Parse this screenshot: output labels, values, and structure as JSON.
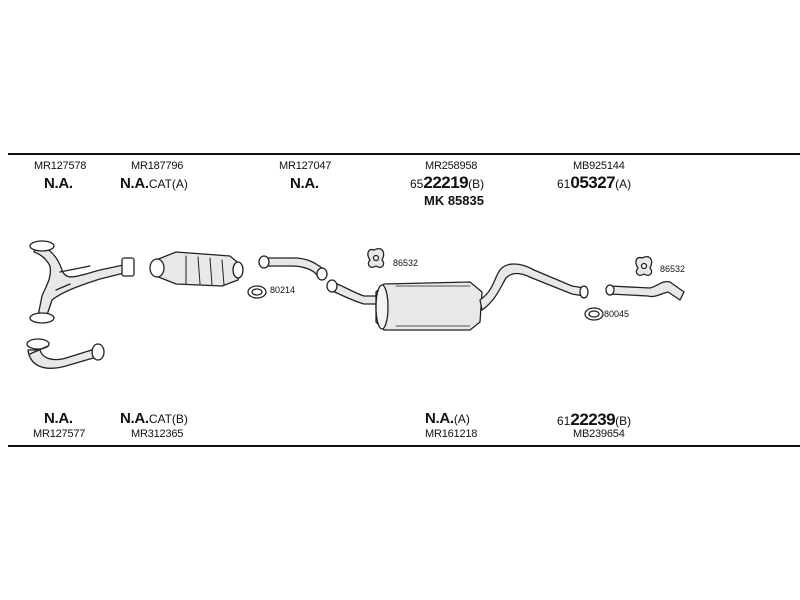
{
  "top_row": [
    {
      "part": "MR127578",
      "name": "N.A.",
      "suffix": ""
    },
    {
      "part": "MR187796",
      "name": "N.A.",
      "suffix": "CAT(A)"
    },
    {
      "part": "MR127047",
      "name": "N.A.",
      "suffix": ""
    },
    {
      "part": "MR258958",
      "prefix": "65",
      "code": "22219",
      "suffix": "(B)",
      "extra": "MK 85835"
    },
    {
      "part": "MB925144",
      "prefix": "61",
      "code": "05327",
      "suffix": "(A)"
    }
  ],
  "bottom_row": [
    {
      "part": "MR127577",
      "name": "N.A.",
      "suffix": ""
    },
    {
      "part": "MR312365",
      "name": "N.A.",
      "suffix": "CAT(B)"
    },
    {
      "part": "MR161218",
      "name": "N.A.",
      "suffix": "(A)"
    },
    {
      "part": "MB239654",
      "prefix": "61",
      "code": "22239",
      "suffix": "(B)"
    }
  ],
  "small_refs": {
    "ring_left": "80214",
    "hanger_mid": "86532",
    "ring_right": "80045",
    "hanger_right": "86532"
  }
}
